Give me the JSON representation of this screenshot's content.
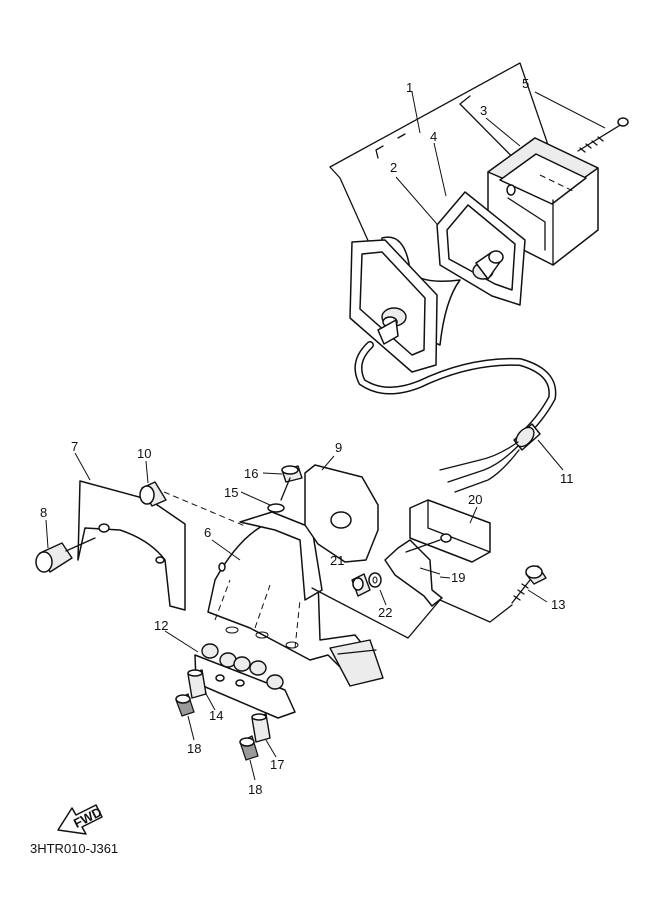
{
  "diagram": {
    "code": "3HTR010-J361",
    "fwd_label": "FWD",
    "callouts": [
      "1",
      "2",
      "3",
      "4",
      "5",
      "6",
      "7",
      "8",
      "9",
      "10",
      "11",
      "12",
      "13",
      "14",
      "15",
      "16",
      "17",
      "18",
      "18",
      "19",
      "20",
      "21",
      "22"
    ]
  }
}
